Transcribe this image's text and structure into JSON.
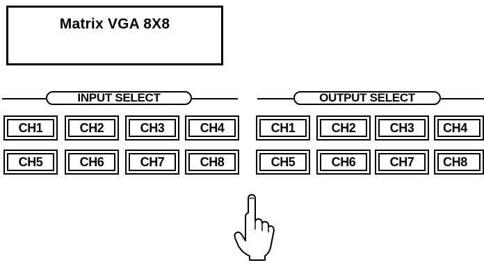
{
  "title": "Matrix VGA 8X8",
  "input_select": {
    "label": "INPUT SELECT",
    "channels": [
      "CH1",
      "CH2",
      "CH3",
      "CH4",
      "CH5",
      "CH6",
      "CH7",
      "CH8"
    ]
  },
  "output_select": {
    "label": "OUTPUT SELECT",
    "channels": [
      "CH1",
      "CH2",
      "CH3",
      "CH4",
      "CH5",
      "CH6",
      "CH7",
      "CH8"
    ]
  },
  "cursor_icon": "pointing-hand-icon"
}
